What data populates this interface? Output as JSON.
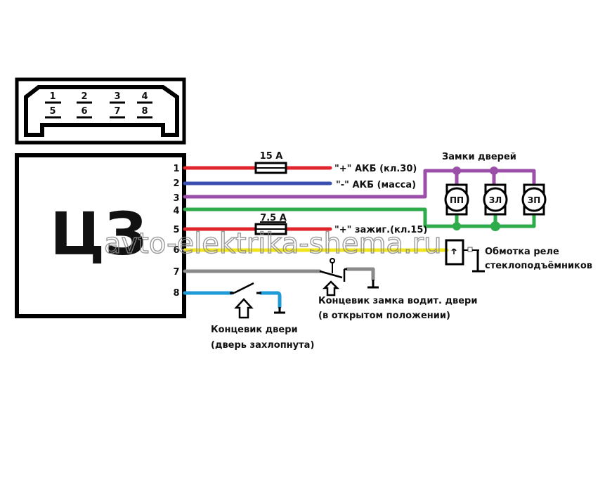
{
  "connector": {
    "title": "Connector pinout",
    "top_row": [
      "1",
      "2",
      "3",
      "4"
    ],
    "bottom_row": [
      "5",
      "6",
      "7",
      "8"
    ]
  },
  "module": {
    "label": "ЦЗ",
    "pins": [
      {
        "num": "1",
        "color": "#e0242c",
        "name": "wire-1-red"
      },
      {
        "num": "2",
        "color": "#3a4fb0",
        "name": "wire-2-blue"
      },
      {
        "num": "3",
        "color": "#9b4fa8",
        "name": "wire-3-purple"
      },
      {
        "num": "4",
        "color": "#2eab4a",
        "name": "wire-4-green"
      },
      {
        "num": "5",
        "color": "#e0242c",
        "name": "wire-5-red"
      },
      {
        "num": "6",
        "color": "#f0e51c",
        "name": "wire-6-yellow"
      },
      {
        "num": "7",
        "color": "#8a8a8a",
        "name": "wire-7-gray"
      },
      {
        "num": "8",
        "color": "#1e9ad6",
        "name": "wire-8-lightblue"
      }
    ]
  },
  "fuses": [
    {
      "label": "15 А"
    },
    {
      "label": "7.5 А"
    }
  ],
  "labels": {
    "battery_plus": "\"+\" АКБ (кл.30)",
    "battery_minus": "\"-\" АКБ (масса)",
    "ignition_plus": "\"+\" зажиг.(кл.15)",
    "door_locks_title": "Замки дверей",
    "relay_line1": "Обмотка реле",
    "relay_line2": "стеклоподъёмников",
    "driver_switch_line1": "Концевик замка водит. двери",
    "driver_switch_line2": "(в открытом положении)",
    "door_switch_line1": "Концевик двери",
    "door_switch_line2": "(дверь захлопнута)"
  },
  "locks": [
    {
      "label": "ПП"
    },
    {
      "label": "ЗЛ"
    },
    {
      "label": "ЗП"
    }
  ],
  "watermark": "avto-elektrika-shema.ru"
}
